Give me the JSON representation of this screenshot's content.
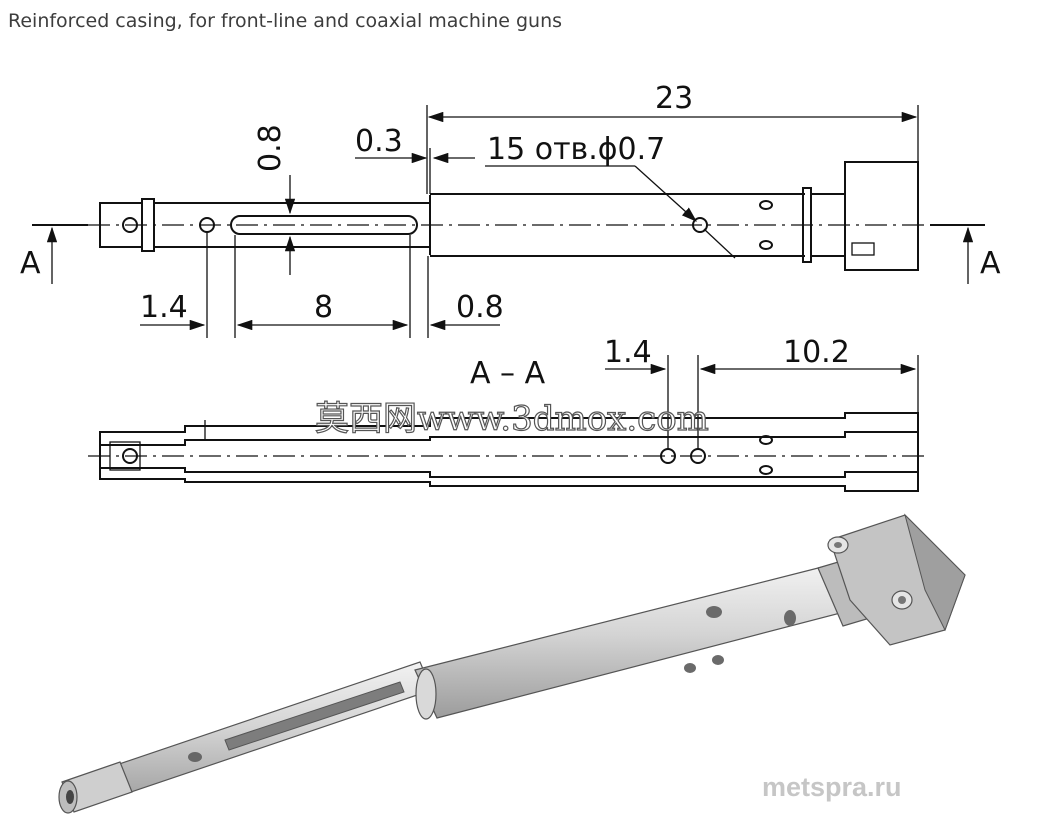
{
  "caption": "Reinforced casing, for front-line and coaxial machine guns",
  "drawing": {
    "dim_total": "23",
    "dim_step": "0.3",
    "dim_slot_width": "0.8",
    "dim_holes_note": "15 отв.ϕ0.7",
    "dim_hole_offset": "1.4",
    "dim_slot_length": "8",
    "dim_gap": "0.8",
    "section_mark_left": "A",
    "section_mark_right": "A",
    "section_title": "A – A",
    "dim_section_offset": "1.4",
    "dim_section_length": "10.2"
  },
  "watermarks": {
    "center": "莫西网www.3dmox.com",
    "corner": "metspra.ru"
  },
  "colors": {
    "line": "#111111",
    "caption": "#3d3d3d",
    "watermark": "#c6c6c6",
    "part_shade": "#c9c9c9"
  }
}
